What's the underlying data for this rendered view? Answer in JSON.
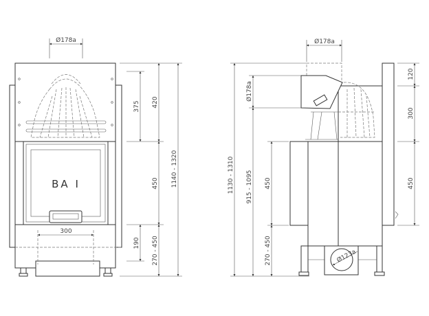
{
  "front_view": {
    "model_label": "BA I",
    "flue_diameter": "Ø178a",
    "width_dim": "300",
    "dims": {
      "hood_inner": "375",
      "hood": "420",
      "door": "450",
      "total": "1140 - 1320",
      "base_inner": "190",
      "base": "270 - 450"
    }
  },
  "side_view": {
    "flue_diameter_top": "Ø178a",
    "flue_diameter_side": "Ø178a",
    "air_inlet_diameter": "Ø123a",
    "dims": {
      "total": "1130 - 1310",
      "flue_height": "915 - 1095",
      "body": "450",
      "base": "270 - 450",
      "right_top": "120",
      "right_hood": "300",
      "right_body": "450"
    }
  }
}
